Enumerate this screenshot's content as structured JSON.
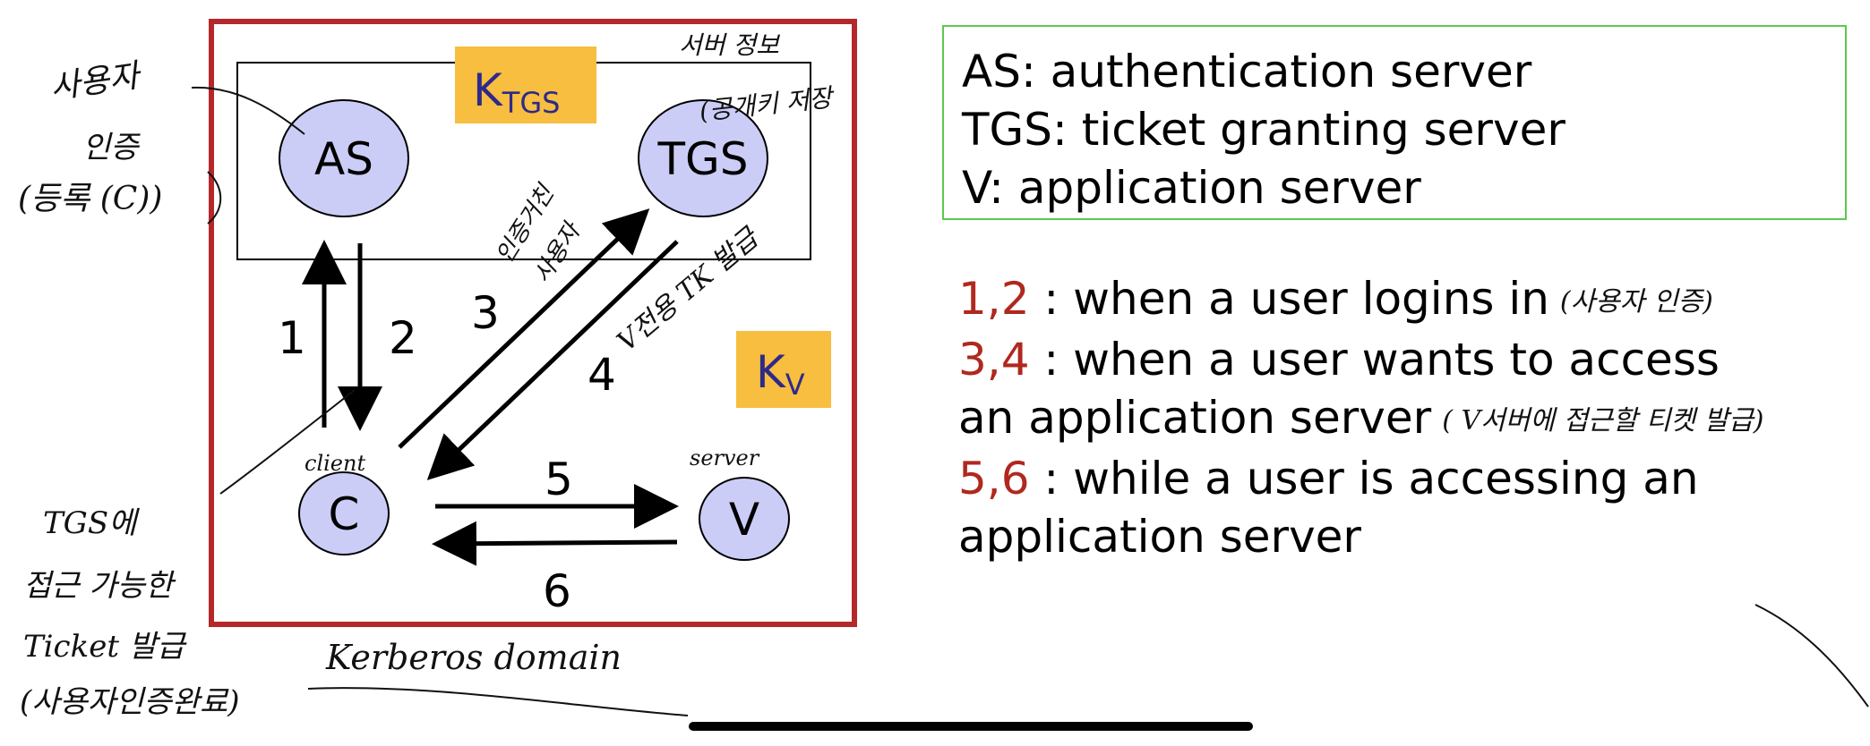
{
  "diagram": {
    "domain_label": "Kerberos domain",
    "nodes": {
      "as": "AS",
      "tgs": "TGS",
      "c": "C",
      "v": "V"
    },
    "keys": {
      "ktgs_main": "K",
      "ktgs_sub": "TGS",
      "kv_main": "K",
      "kv_sub": "V"
    },
    "steps": [
      "1",
      "2",
      "3",
      "4",
      "5",
      "6"
    ],
    "annotations": {
      "as_note_1": "사용자",
      "as_note_2": "인증",
      "as_note_3": "(등록 (C))",
      "tgs_note_1": "서버 정보",
      "tgs_note_2": "(공개키 저장",
      "step3_note_1": "인증거친",
      "step3_note_2": "사용자",
      "step4_note": "V전용 TK 발급",
      "client_note": "client",
      "server_note": "server",
      "tgs_ticket_1": "TGS에",
      "tgs_ticket_2": "접근 가능한",
      "tgs_ticket_3": "Ticket 발급",
      "tgs_ticket_4": "(사용자인증완료)"
    }
  },
  "legend": {
    "as": "AS: authentication server",
    "tgs": "TGS: ticket granting server",
    "v": "V: application server"
  },
  "explanations": [
    {
      "num": "1,2",
      "line1": " : when a user logins in",
      "note": "(사용자 인증)"
    },
    {
      "num": "3,4",
      "line1": " : when a user wants to access",
      "line2": "an application server",
      "note": "( V서버에 접근할 티켓 발급)"
    },
    {
      "num": "5,6",
      "line1": " : while a user is accessing an",
      "line2": "application server"
    }
  ],
  "colors": {
    "domain_border": "#b5282a",
    "node_fill": "#cccdf7",
    "key_fill": "#f7be3f",
    "legend_border": "#5cc94f",
    "step_number": "#b0281e"
  }
}
